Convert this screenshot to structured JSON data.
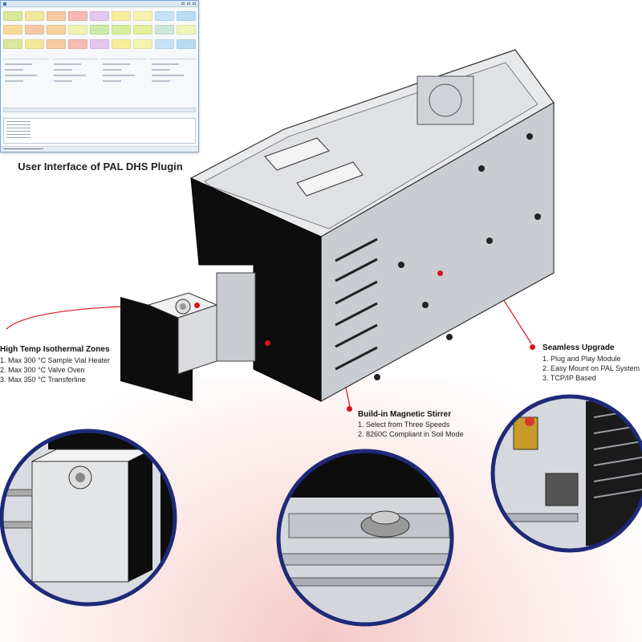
{
  "caption": "User Interface of PAL DHS Plugin",
  "tile_colors": [
    "#d9e89a",
    "#f3e79a",
    "#f7c9a0",
    "#f6b9b4",
    "#e5c6ee",
    "#f9ec9b",
    "#f4f4b0",
    "#c6e2f6",
    "#b9dcf2",
    "#f8d99a",
    "#f5c9a6",
    "#f6d39a",
    "#f2f2b0",
    "#cdeaa7",
    "#d8ee9f",
    "#e6ee9f",
    "#cfe7d6",
    "#eef3b8"
  ],
  "callouts": {
    "zones": {
      "heading": "High Temp Isothermal Zones",
      "items": [
        "1. Max 300 °C Sample Vial Heater",
        "2. Max 300 °C Valve Oven",
        "3. Max 350 °C Transferline"
      ]
    },
    "stirrer": {
      "heading": "Build-in Magnetic Stirrer",
      "items": [
        "1. Select from Three Speeds",
        "2. 8260C Compliant in Soil Mode"
      ]
    },
    "upgrade": {
      "heading": "Seamless Upgrade",
      "items": [
        "1. Plug and Play Module",
        "2. Easy Mount on PAL System",
        "3. TCP/IP Based"
      ]
    }
  },
  "accent_color": "#d7141a",
  "circle_border_color": "#1e2a78"
}
